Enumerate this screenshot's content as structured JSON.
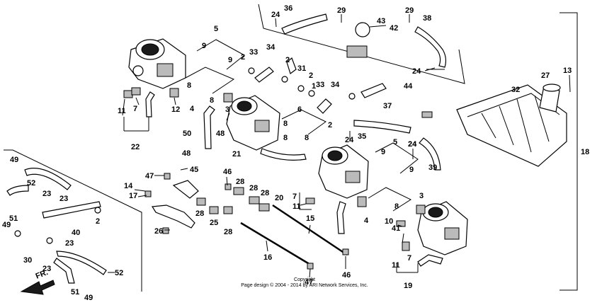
{
  "labels": {
    "l1": "1",
    "l2a": "2",
    "l2b": "2",
    "l2c": "2",
    "l2d": "2",
    "l2e": "2",
    "l3a": "3",
    "l3b": "3",
    "l4a": "4",
    "l4b": "4",
    "l5a": "5",
    "l5b": "5",
    "l6": "6",
    "l7a": "7",
    "l7b": "7",
    "l7c": "7",
    "l8a": "8",
    "l8b": "8",
    "l8c": "8",
    "l8d": "8",
    "l8e": "8",
    "l8f": "8",
    "l9a": "9",
    "l9b": "9",
    "l9c": "9",
    "l9d": "9",
    "l10": "10",
    "l11a": "11",
    "l11b": "11",
    "l11c": "11",
    "l12": "12",
    "l13": "13",
    "l14": "14",
    "l15": "15",
    "l16": "16",
    "l17": "17",
    "l18": "18",
    "l19": "19",
    "l20": "20",
    "l21": "21",
    "l22": "22",
    "l23a": "23",
    "l23b": "23",
    "l23c": "23",
    "l23d": "23",
    "l24a": "24",
    "l24b": "24",
    "l24c": "24",
    "l24d": "24",
    "l24e": "24",
    "l25": "25",
    "l26": "26",
    "l27": "27",
    "l28a": "28",
    "l28b": "28",
    "l28c": "28",
    "l28d": "28",
    "l28e": "28",
    "l29a": "29",
    "l29b": "29",
    "l30": "30",
    "l31": "31",
    "l32": "32",
    "l33a": "33",
    "l33b": "33",
    "l34a": "34",
    "l34b": "34",
    "l35": "35",
    "l36": "36",
    "l37": "37",
    "l38": "38",
    "l39": "39",
    "l40": "40",
    "l41": "41",
    "l42": "42",
    "l43": "43",
    "l44": "44",
    "l45": "45",
    "l46a": "46",
    "l46b": "46",
    "l47a": "47",
    "l47b": "47",
    "l48a": "48",
    "l48b": "48",
    "l49a": "49",
    "l49b": "49",
    "l49c": "49",
    "l50": "50",
    "l51a": "51",
    "l51b": "51",
    "l52a": "52",
    "l52b": "52"
  },
  "direction_label": "FR.",
  "copyright_line1": "Copyright",
  "copyright_line2": "Page design © 2004 - 2014 by ARI Network Services, Inc."
}
